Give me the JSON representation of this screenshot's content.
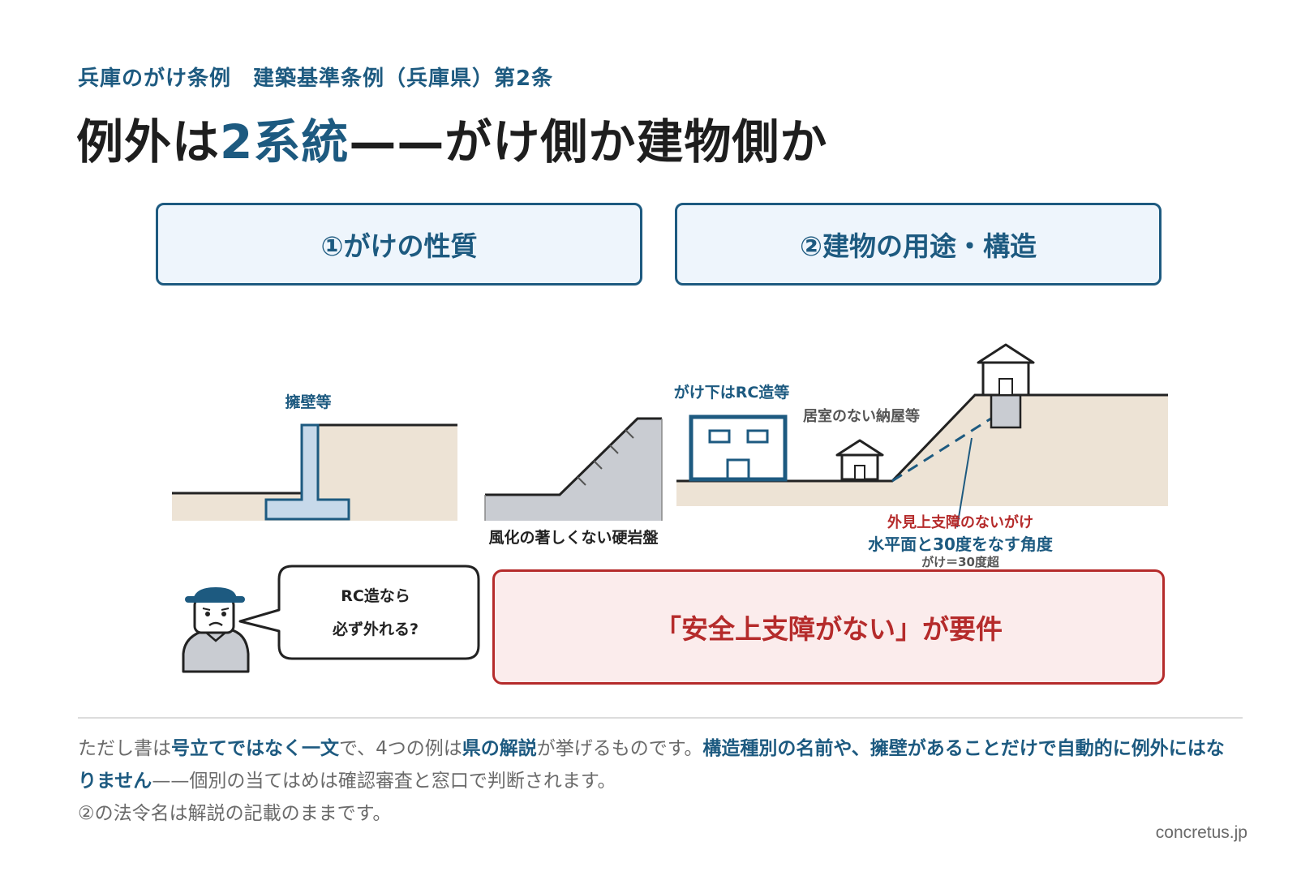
{
  "header": {
    "kicker": "兵庫のがけ条例　建築基準条例（兵庫県）第2条",
    "title_before": "例外は",
    "title_accent": "2系統",
    "title_after": "——がけ側か建物側か"
  },
  "categories": {
    "cliff": "①がけの性質",
    "building": "②建物の用途・構造"
  },
  "illustrations": {
    "retaining_wall_label": "擁壁等",
    "hard_rock_label": "風化の著しくない硬岩盤",
    "rc_label": "がけ下はRC造等",
    "shed_label": "居室のない納屋等",
    "no_hindrance_label": "外見上支障のないがけ",
    "angle_label": "水平面と30度をなす角度",
    "cliff_def_label": "がけ＝30度超"
  },
  "speech": {
    "line1": "RC造なら",
    "line2": "必ず外れる?"
  },
  "requirement": "「安全上支障がない」が要件",
  "note": {
    "p1": "ただし書は",
    "h1": "号立てではなく一文",
    "p2": "で、4つの例は",
    "h2": "県の解説",
    "p3": "が挙げるものです。",
    "h3": "構造種別の名前や、擁壁があることだけで自動的に例外にはなりません",
    "p4": "——個別の当てはめは確認審査と窓口で判断されます。",
    "p5": "②の法令名は解説の記載のままです。"
  },
  "source": "concretus.jp",
  "colors": {
    "accent_blue": "#1d5a80",
    "alert_red": "#b52b2b",
    "ground_beige": "#ede3d5",
    "concrete_blue": "#c7d9ea",
    "rock_gray": "#c9ccd2"
  }
}
